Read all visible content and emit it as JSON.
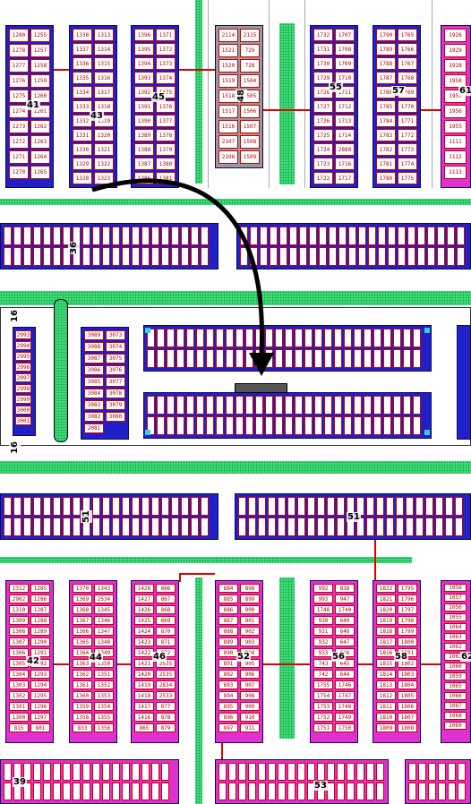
{
  "colors": {
    "block_blue": "#2020c8",
    "block_pink": "#e030d0",
    "block_grey": "#9a9a9a",
    "green_belt": "#3ee07a",
    "plot_text": "#b00000",
    "arrow": "#000000",
    "red_line": "#e00000"
  },
  "labels": {
    "b41": "41",
    "b43": "43",
    "b45": "45",
    "b48": "48",
    "b55": "55",
    "b57": "57",
    "b61": "61",
    "b36": "36",
    "b51": "51",
    "b42": "42",
    "b44": "44",
    "b46": "46",
    "b52": "52",
    "b56": "56",
    "b58": "58",
    "b62": "62",
    "b39": "39",
    "b53": "53",
    "b16a": "16",
    "b16b": "16"
  },
  "top": {
    "b41": {
      "l": [
        "1280",
        "1278",
        "1277",
        "1276",
        "1275",
        "1274",
        "1273",
        "1272",
        "1271",
        "1270"
      ],
      "r": [
        "1255",
        "1257",
        "1258",
        "1259",
        "1260",
        "1261",
        "1262",
        "1263",
        "1264",
        "1265"
      ]
    },
    "b43": {
      "l": [
        "1338",
        "1337",
        "1336",
        "1335",
        "1334",
        "1333",
        "1332",
        "1331",
        "1330",
        "1329",
        "1328"
      ],
      "r": [
        "1313",
        "1314",
        "1315",
        "1316",
        "1317",
        "1318",
        "1319",
        "1320",
        "1321",
        "1322",
        "1323"
      ]
    },
    "b45": {
      "l": [
        "1396",
        "1395",
        "1394",
        "1393",
        "1392",
        "1391",
        "1390",
        "1389",
        "1388",
        "1387",
        "1386"
      ],
      "r": [
        "1371",
        "1372",
        "1373",
        "1374",
        "1375",
        "1376",
        "1377",
        "1378",
        "1379",
        "1380",
        "1381"
      ]
    },
    "b48": {
      "l": [
        "2114",
        "1521",
        "1520",
        "1519",
        "1518",
        "1517",
        "1516",
        "2107",
        "2106"
      ],
      "r": [
        "2115",
        "729",
        "728",
        "1504",
        "1505",
        "1506",
        "1507",
        "1508",
        "1509"
      ]
    },
    "b55": {
      "l": [
        "1732",
        "1731",
        "1730",
        "1729",
        "1728",
        "1727",
        "1726",
        "1725",
        "1724",
        "1723",
        "1722"
      ],
      "r": [
        "1707",
        "1708",
        "1709",
        "1710",
        "1711",
        "1712",
        "1713",
        "1714",
        "2888",
        "1716",
        "1717"
      ]
    },
    "b57": {
      "l": [
        "1790",
        "1789",
        "1788",
        "1787",
        "1786",
        "1785",
        "1784",
        "1783",
        "1782",
        "1781",
        "1780"
      ],
      "r": [
        "1765",
        "1766",
        "1767",
        "1768",
        "1769",
        "1770",
        "1771",
        "1772",
        "1773",
        "1774",
        "1775"
      ]
    },
    "b61": {
      "l": [
        "1926",
        "1929",
        "1928",
        "1958",
        "1957",
        "1956",
        "1955",
        "1111",
        "1112",
        "1113"
      ]
    }
  },
  "right3000": [
    "2993",
    "2994",
    "2995",
    "2996",
    "2997",
    "2998",
    "2999",
    "3000",
    "3001"
  ],
  "mid3080": {
    "l": [
      "3089",
      "3088",
      "3087",
      "3086",
      "3085",
      "3084",
      "3083",
      "3082",
      "2081"
    ],
    "r": [
      "3073",
      "3074",
      "3075",
      "3076",
      "3077",
      "3078",
      "3079",
      "3080"
    ]
  },
  "bottom": {
    "b42": {
      "l": [
        "1312",
        "2902",
        "1310",
        "1309",
        "1308",
        "1307",
        "1306",
        "1305",
        "1304",
        "1303",
        "1302",
        "1301",
        "1300",
        "815"
      ],
      "r": [
        "1285",
        "1286",
        "1287",
        "1288",
        "1289",
        "1290",
        "1291",
        "1292",
        "1293",
        "1294",
        "1295",
        "1296",
        "1297",
        "801"
      ]
    },
    "b44": {
      "l": [
        "1370",
        "1369",
        "1368",
        "1367",
        "1366",
        "1365",
        "1364",
        "1363",
        "1362",
        "1361",
        "1360",
        "1359",
        "1358",
        "833"
      ],
      "r": [
        "1343",
        "2534",
        "1345",
        "1346",
        "1347",
        "1348",
        "1349",
        "1350",
        "1351",
        "1352",
        "1353",
        "1354",
        "1355",
        "1356"
      ]
    },
    "b46": {
      "l": [
        "1428",
        "1427",
        "1426",
        "1425",
        "1424",
        "1423",
        "1422",
        "1421",
        "1420",
        "1419",
        "1418",
        "1417",
        "1416",
        "865"
      ],
      "r": [
        "866",
        "867",
        "868",
        "869",
        "870",
        "871",
        "872",
        "2535",
        "2535",
        "2834",
        "2533",
        "877",
        "878",
        "879"
      ]
    },
    "b52": {
      "l": [
        "884",
        "885",
        "886",
        "887",
        "888",
        "889",
        "890",
        "891",
        "892",
        "893",
        "894",
        "895",
        "896",
        "897"
      ],
      "r": [
        "898",
        "899",
        "900",
        "901",
        "902",
        "903",
        "904",
        "905",
        "906",
        "907",
        "908",
        "909",
        "910",
        "911"
      ]
    },
    "b56": {
      "l": [
        "992",
        "993",
        "1748",
        "930",
        "931",
        "932",
        "933",
        "743",
        "742",
        "1755",
        "1754",
        "1753",
        "1752",
        "1751"
      ],
      "r": [
        "838",
        "947",
        "1740",
        "649",
        "648",
        "647",
        "646",
        "645",
        "644",
        "1746",
        "1747",
        "1748",
        "1749",
        "1750"
      ]
    },
    "b58": {
      "l": [
        "1822",
        "1821",
        "1820",
        "1819",
        "1818",
        "1817",
        "1816",
        "1815",
        "1814",
        "1813",
        "1812",
        "1811",
        "1810",
        "1809"
      ],
      "r": [
        "1795",
        "1796",
        "1797",
        "1798",
        "1799",
        "1800",
        "1801",
        "1802",
        "1803",
        "1804",
        "1805",
        "1806",
        "1807",
        "1808"
      ]
    },
    "b62": {
      "l": [
        "1058",
        "1057",
        "1056",
        "1055",
        "1064",
        "1063",
        "1062",
        "1061",
        "1060",
        "1059",
        "1065",
        "1066",
        "1067",
        "1068",
        "1069"
      ]
    }
  }
}
